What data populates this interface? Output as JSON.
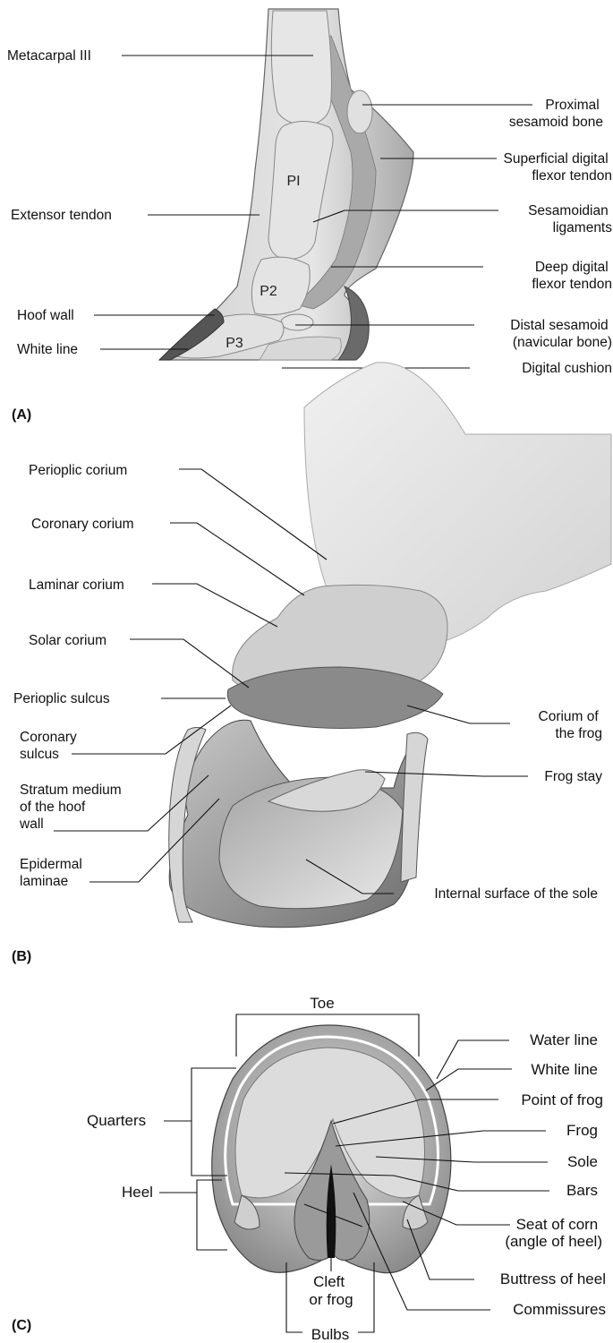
{
  "panels": {
    "a": {
      "tag": "(A)",
      "bones": {
        "p1": "PI",
        "p2": "P2",
        "p3": "P3"
      },
      "left_labels": {
        "metacarpal": "Metacarpal III",
        "extensor": "Extensor tendon",
        "hoof_wall": "Hoof wall",
        "white_line": "White line"
      },
      "right_labels": {
        "proximal_sesamoid": [
          "Proximal",
          "sesamoid bone"
        ],
        "superficial_flexor": [
          "Superficial digital",
          "flexor tendon"
        ],
        "sesamoidian": [
          "Sesamoidian",
          "ligaments"
        ],
        "deep_flexor": [
          "Deep digital",
          "flexor tendon"
        ],
        "distal_sesamoid": [
          "Distal sesamoid",
          "(navicular bone)"
        ],
        "digital_cushion": "Digital cushion"
      }
    },
    "b": {
      "tag": "(B)",
      "left_labels": {
        "perioplic_corium": "Perioplic corium",
        "coronary_corium": "Coronary corium",
        "laminar_corium": "Laminar corium",
        "solar_corium": "Solar corium",
        "perioplic_sulcus": "Perioplic sulcus",
        "coronary_sulcus": [
          "Coronary",
          "sulcus"
        ],
        "stratum_medium": [
          "Stratum medium",
          "of the hoof",
          "wall"
        ],
        "epidermal_laminae": [
          "Epidermal",
          "laminae"
        ]
      },
      "right_labels": {
        "corium_frog": [
          "Corium of",
          "the frog"
        ],
        "frog_stay": "Frog stay",
        "internal_sole": "Internal surface of the sole"
      }
    },
    "c": {
      "tag": "(C)",
      "top_label": "Toe",
      "left_labels": {
        "quarters": "Quarters",
        "heel": "Heel"
      },
      "bottom_labels": {
        "cleft": [
          "Cleft",
          "or frog"
        ],
        "bulbs": "Bulbs"
      },
      "right_labels": {
        "water_line": "Water line",
        "white_line": "White line",
        "point_frog": "Point of frog",
        "frog": "Frog",
        "sole": "Sole",
        "bars": "Bars",
        "seat_corn": [
          "Seat of corn",
          "(angle of heel)"
        ],
        "buttress": "Buttress of heel",
        "commissures": "Commissures"
      }
    }
  },
  "colors": {
    "bone_fill": "#e4e4e4",
    "tissue_mid": "#bdbdbd",
    "tissue_dark": "#7a7a7a",
    "hoof_dark": "#5a5a5a",
    "line": "#111111"
  }
}
